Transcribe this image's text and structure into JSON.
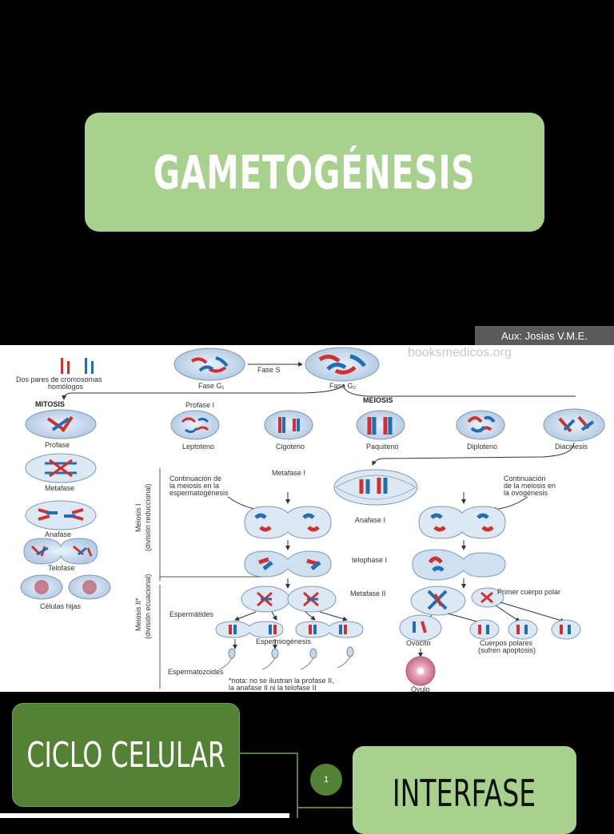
{
  "title_slide": {
    "title": "GAMETOGÉNESIS",
    "author": "Aux: Josias V.M.E."
  },
  "diagram": {
    "watermark": "booksmedicos.org",
    "labels": {
      "pairs": "Dos pares de cromosomas",
      "pairs2": "homólogos",
      "fase_s": "Fase S",
      "fase_g1": "Fase G₁",
      "fase_g2": "Fase G₂",
      "mitosis": "MITOSIS",
      "meiosis": "MEIOSIS",
      "profase_i": "Profase I",
      "profase": "Profase",
      "metafase": "Metafase",
      "anafase": "Anafase",
      "telofase": "Telofase",
      "celulas_hijas": "Células hijas",
      "leptoteno": "Leptoteno",
      "cigoteno": "Cigoteno",
      "paquiteno": "Paquiteno",
      "diploteno": "Diploteno",
      "diacinesis": "Diacinesis",
      "metafase_i": "Metafase I",
      "cont_esp_1": "Continuación de",
      "cont_esp_2": "la meiosis en la",
      "cont_esp_3": "espermatogénesis",
      "cont_ovo_1": "Continuación",
      "cont_ovo_2": "de la meiosis en",
      "cont_ovo_3": "la ovogénesis",
      "anafase_i": "Anafase I",
      "telophase_i": "telophase I",
      "metafase_ii": "Metafase II",
      "primer_cuerpo": "Primer cuerpo polar",
      "espermatides": "Espermátides",
      "espermiogenesis": "Espermiogénesis",
      "ovocito": "Ovocito",
      "cuerpos_polares": "Cuerpos polares",
      "cuerpos_polares2": "(sufren apoptosis)",
      "espermatozoides": "Espermatozoides",
      "nota1": "*nota: no se ilustran la profase II,",
      "nota2": "la anafase II ni la telofase II",
      "ovulo": "Óvulo",
      "meiosis_i_side": "Meiosis I",
      "meiosis_i_side2": "(división reduccional)",
      "meiosis_ii_side": "Meiosis II*",
      "meiosis_ii_side2": "(división ecuacional)"
    }
  },
  "ciclo_slide": {
    "left_box": "CICLO CELULAR",
    "badge": "1",
    "right_box": "INTERFASE"
  },
  "colors": {
    "light_green": "#a9d18e",
    "dark_green": "#548235",
    "chrom_red": "#d32f2f",
    "chrom_blue": "#1e6fb8"
  }
}
